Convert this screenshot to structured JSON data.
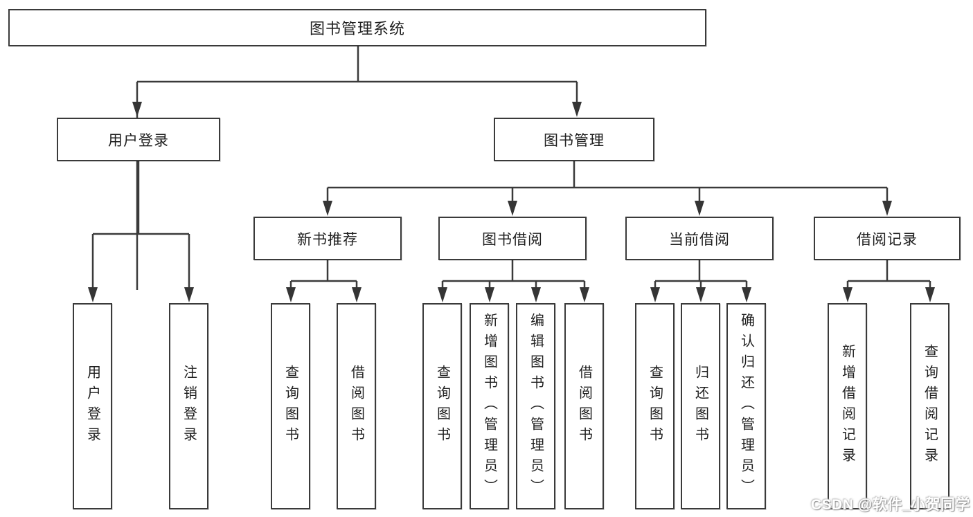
{
  "tree": {
    "label": "图书管理系统",
    "children": [
      {
        "label": "用户登录",
        "children": [
          {
            "label": "用户登录"
          },
          {
            "label": "注销登录"
          }
        ]
      },
      {
        "label": "图书管理",
        "children": [
          {
            "label": "新书推荐",
            "children": [
              {
                "label": "查询图书"
              },
              {
                "label": "借阅图书"
              }
            ]
          },
          {
            "label": "图书借阅",
            "children": [
              {
                "label": "查询图书"
              },
              {
                "label": "新增图书（管理员）"
              },
              {
                "label": "编辑图书（管理员）"
              },
              {
                "label": "借阅图书"
              }
            ]
          },
          {
            "label": "当前借阅",
            "children": [
              {
                "label": "查询图书"
              },
              {
                "label": "归还图书"
              },
              {
                "label": "确认归还（管理员）"
              }
            ]
          },
          {
            "label": "借阅记录",
            "children": [
              {
                "label": "新增借阅记录"
              },
              {
                "label": "查询借阅记录"
              }
            ]
          }
        ]
      }
    ]
  },
  "watermark": {
    "text": "CSDN @软件_小贺同学"
  },
  "colors": {
    "line": "#3a3a3a",
    "box_border": "#3a3a3a",
    "text": "#1f1f1f",
    "background": "#ffffff",
    "watermark_text": "#ffffff"
  }
}
